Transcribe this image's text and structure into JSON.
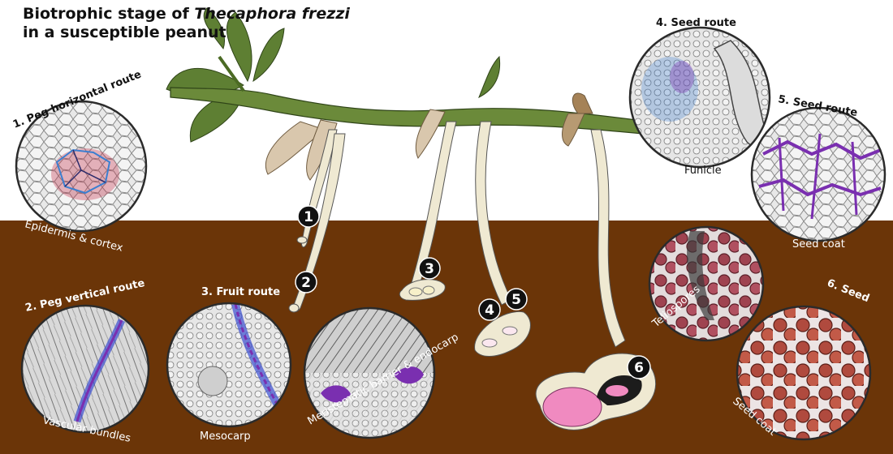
{
  "title": {
    "line1_prefix": "Biotrophic stage of ",
    "line1_species": "Thecaphora frezzi",
    "line2": "in a susceptible peanut"
  },
  "stages": {
    "s1": {
      "number": "1",
      "label": "1. Peg horizontal route",
      "caption": "Epidermis & cortex"
    },
    "s2": {
      "number": "2",
      "label": "2. Peg vertical route",
      "caption": "Vascular bundles"
    },
    "s3": {
      "number": "3",
      "label": "3. Fruit route",
      "caption": "Mesocarp",
      "caption2": "Meristematic barrier & endocarp"
    },
    "s4": {
      "number": "4",
      "label": "4. Seed route",
      "caption": "Funicle"
    },
    "s5": {
      "number": "5",
      "label": "5. Seed route",
      "caption": "Seed coat"
    },
    "s6": {
      "number": "6",
      "label": "6. Seed",
      "caption": "Seed coat",
      "caption2": "Teliospores"
    }
  },
  "colors": {
    "soil": "#6b3508",
    "stem": "#6b8a3a",
    "leaf": "#5e7f33",
    "peg": "#efe9d2",
    "hyphae_red": "#c2304a",
    "hyphae_blue": "#3b4fd0",
    "hyphae_purple": "#7a2fb0",
    "teliospore": "#a84a52",
    "seed_pink": "#f08ac0"
  }
}
